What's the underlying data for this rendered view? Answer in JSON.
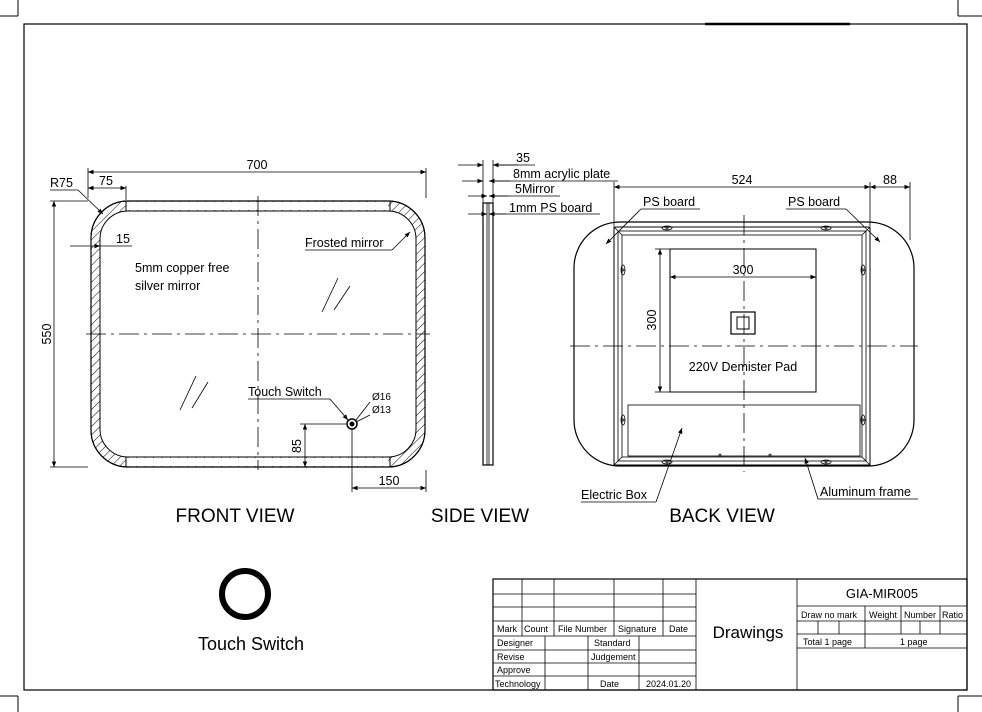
{
  "front": {
    "dims": {
      "width": "700",
      "height": "550",
      "radius": "R75",
      "radius_offset": "75",
      "frost_width": "15",
      "switch_height": "85",
      "switch_offset": "150"
    },
    "labels": {
      "mirror_line1": "5mm copper free",
      "mirror_line2": "silver mirror",
      "frosted": "Frosted mirror",
      "touch_switch": "Touch Switch",
      "d16": "Ø16",
      "d13": "Ø13"
    },
    "title": "FRONT VIEW"
  },
  "side": {
    "dims": {
      "total": "35",
      "acrylic": "8mm acrylic plate",
      "mirror": "5Mirror",
      "ps_board": "1mm PS board"
    },
    "title": "SIDE VIEW"
  },
  "back": {
    "dims": {
      "inner": "524",
      "edge": "88",
      "pad_w": "300",
      "pad_h": "300"
    },
    "labels": {
      "ps_left": "PS board",
      "ps_right": "PS board",
      "demister": "220V Demister Pad",
      "electric_box": "Electric Box",
      "frame": "Aluminum frame"
    },
    "title": "BACK VIEW"
  },
  "switch_detail": {
    "label": "Touch Switch"
  },
  "title_block": {
    "model": "GIA-MIR005",
    "drawings": "Drawings",
    "row_mark": [
      "Mark",
      "Count",
      "File Number",
      "Signature",
      "Date"
    ],
    "designer": "Designer",
    "standard": "Standard",
    "revise": "Revise",
    "judgement": "Judgement",
    "approve": "Approve",
    "technology": "Technology",
    "date_label": "Date",
    "date_value": "2024.01.20",
    "draw_no_mark": "Draw no mark",
    "weight": "Weight",
    "number": "Number",
    "ratio": "Ratio",
    "total_pages": "Total  1  page",
    "page": "1  page"
  }
}
